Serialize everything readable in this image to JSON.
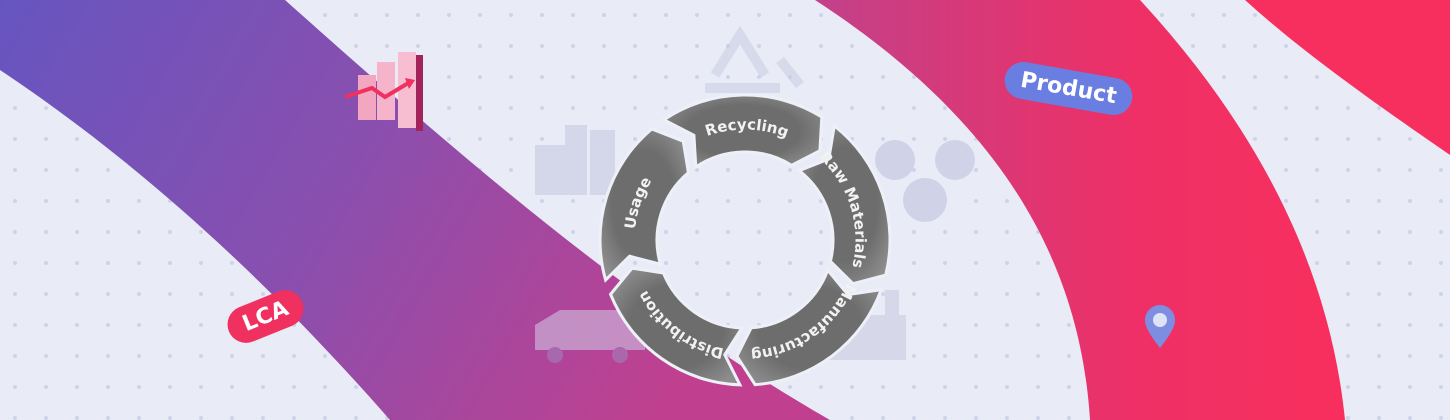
{
  "banner": {
    "tags": {
      "left": "LCA",
      "right": "Product"
    },
    "cycle_stages": [
      "Recycling",
      "Raw Materials",
      "Manufacturing",
      "Distribution",
      "Usage"
    ],
    "colors": {
      "background": "#e9ecf7",
      "purple": "#6b57b8",
      "magenta": "#c0408f",
      "pink": "#f23063",
      "tag_blue": "#6a7ee2",
      "segment_gray": "#7a7a7a"
    }
  }
}
